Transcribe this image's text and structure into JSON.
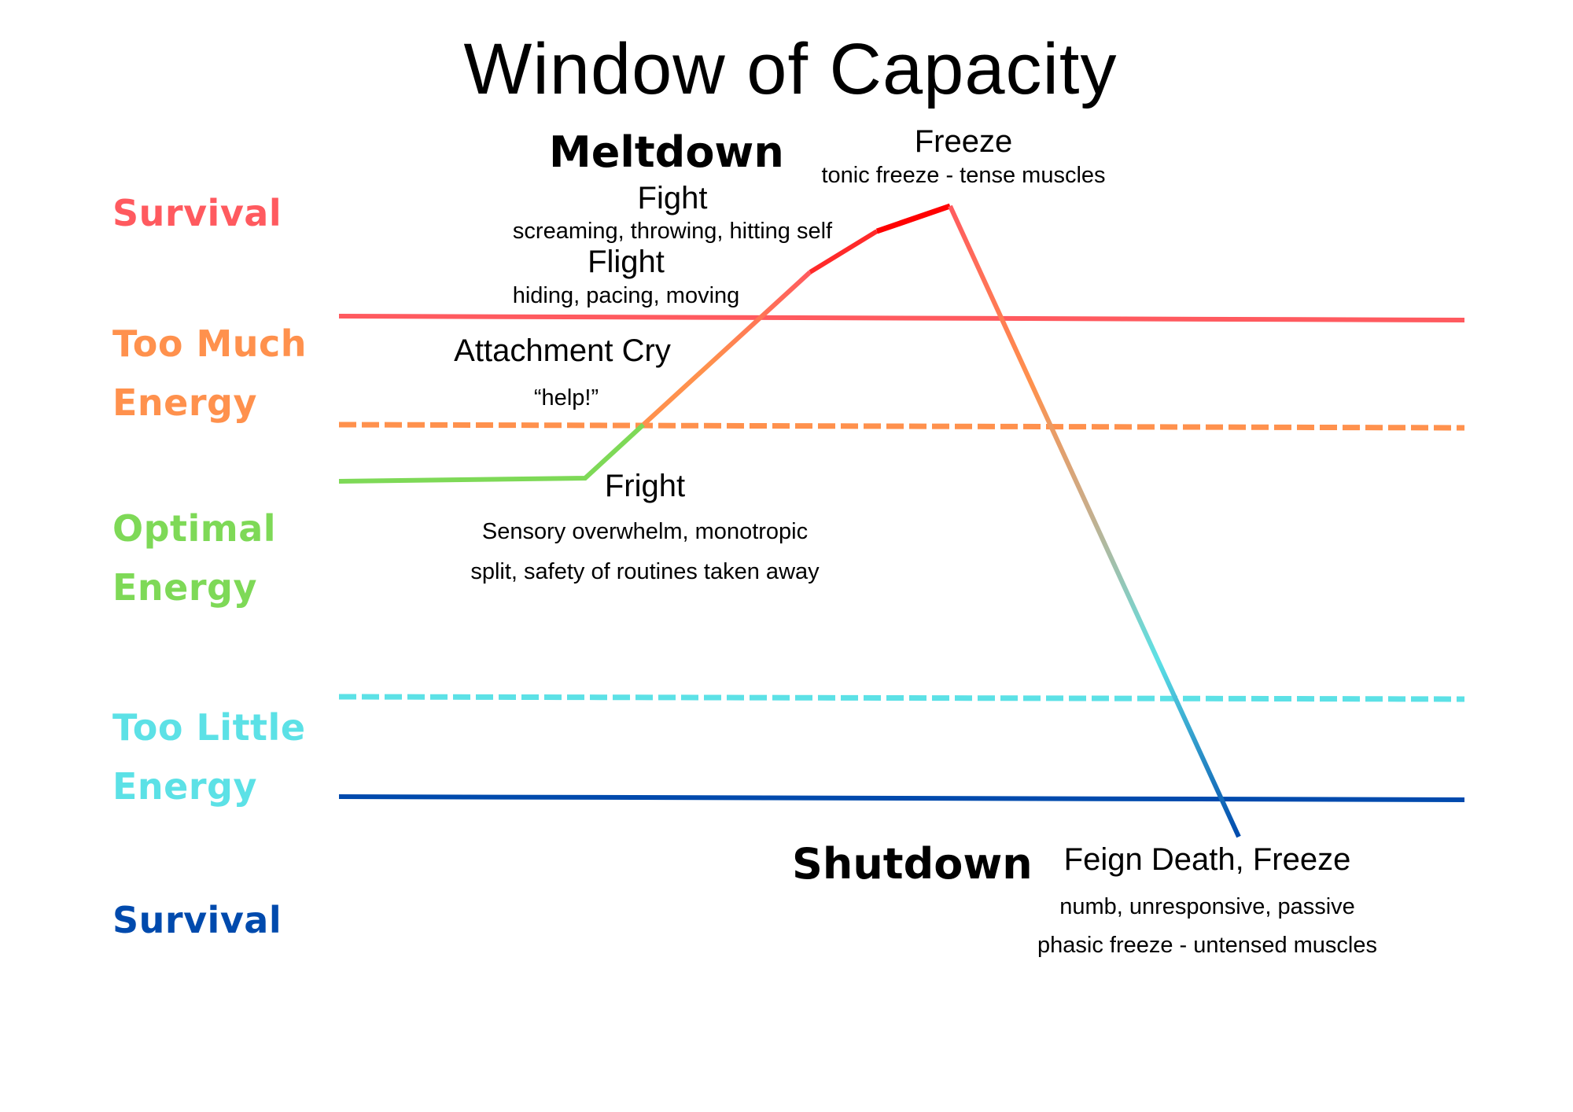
{
  "title": "Window of Capacity",
  "zones": [
    {
      "label_lines": [
        "Survival"
      ],
      "color": "#ff5a5f"
    },
    {
      "label_lines": [
        "Too Much",
        "Energy"
      ],
      "color": "#ff914d"
    },
    {
      "label_lines": [
        "Optimal",
        "Energy"
      ],
      "color": "#7ed957"
    },
    {
      "label_lines": [
        "Too Little",
        "Energy"
      ],
      "color": "#5ce1e6"
    },
    {
      "label_lines": [
        "Survival"
      ],
      "color": "#004aad"
    }
  ],
  "boundaries": [
    {
      "name": "upper-survival-threshold",
      "style": "solid",
      "color": "#ff5a5f"
    },
    {
      "name": "upper-window-edge",
      "style": "dashed",
      "color": "#ff914d"
    },
    {
      "name": "lower-window-edge",
      "style": "dashed",
      "color": "#5ce1e6"
    },
    {
      "name": "lower-survival-threshold",
      "style": "solid",
      "color": "#004aad"
    }
  ],
  "headings": {
    "meltdown": "Meltdown",
    "shutdown": "Shutdown"
  },
  "states": {
    "freeze": {
      "title": "Freeze",
      "desc": "tonic freeze - tense muscles"
    },
    "fight": {
      "title": "Fight",
      "desc": "screaming, throwing, hitting self"
    },
    "flight": {
      "title": "Flight",
      "desc": "hiding, pacing, moving"
    },
    "attachment_cry": {
      "title": "Attachment Cry",
      "desc": "“help!”"
    },
    "fright": {
      "title": "Fright",
      "desc_lines": [
        "Sensory overwhelm, monotropic",
        "split, safety of routines taken away"
      ]
    },
    "feign_death": {
      "title": "Feign Death, Freeze",
      "desc_lines": [
        "numb, unresponsive, passive",
        "phasic freeze - untensed muscles"
      ]
    }
  },
  "colors": {
    "peak_red": "#ff1a1a",
    "text": "#000000"
  }
}
